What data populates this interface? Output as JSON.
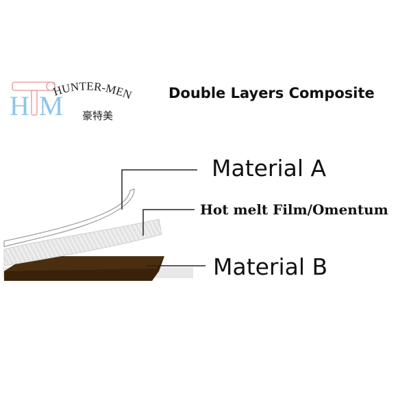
{
  "logo": {
    "monogram": "HM",
    "brand": "HUNTER-MEN",
    "chinese": "豪特美",
    "colors": {
      "monogram": "#8ec5ea",
      "roll_outline": "#e9a6a6",
      "brand_text": "#222222"
    }
  },
  "title": "Double Layers Composite",
  "layers": [
    {
      "label": "Material A",
      "color": "#ffffff",
      "stroke": "#9a9a9a"
    },
    {
      "label": "Hot melt Film/Omentum",
      "color": "#d9d9d9",
      "pattern": "hatched"
    },
    {
      "label": "Material B",
      "color": "#3a2208"
    }
  ],
  "colors": {
    "text": "#111111",
    "leader_lines": "#222222",
    "shadow": "#cfcfcf"
  }
}
